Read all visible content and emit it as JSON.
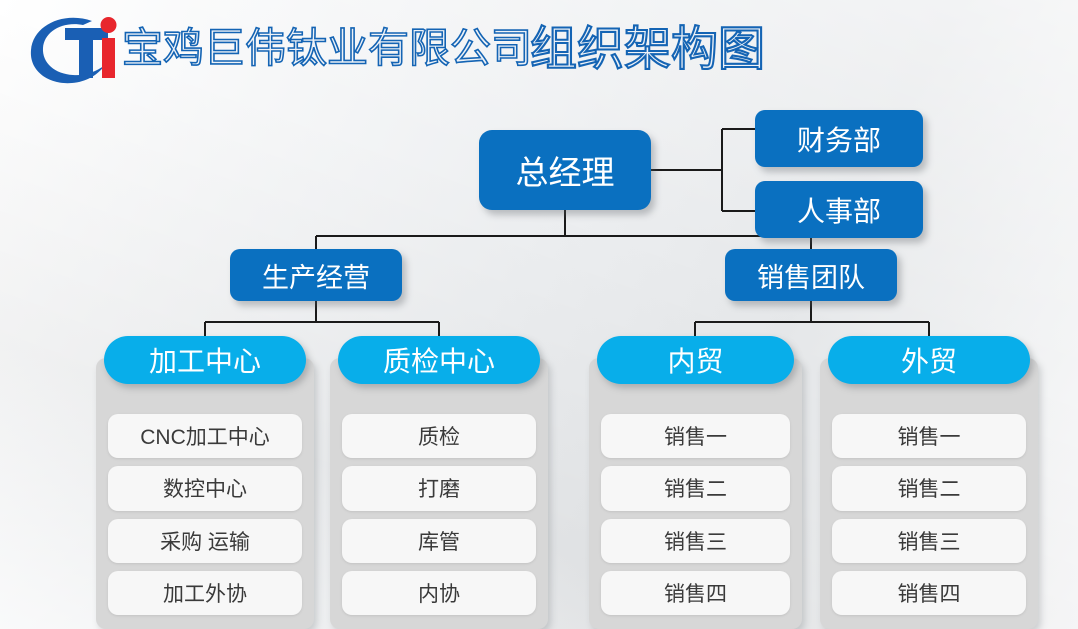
{
  "header": {
    "logo_name": "company-logo-ti",
    "company_name": "宝鸡巨伟钛业有限公司",
    "chart_title": "组织架构图"
  },
  "colors": {
    "dark_blue": "#0a70c0",
    "cyan": "#08aeea",
    "panel_gray": "#d7d7d7",
    "item_white": "#f7f7f7",
    "title_blue": "#1464b4",
    "line": "#1a1a1a"
  },
  "chart": {
    "root": {
      "label": "总经理"
    },
    "staff": [
      {
        "label": "财务部"
      },
      {
        "label": "人事部"
      }
    ],
    "divisions": [
      {
        "label": "生产经营"
      },
      {
        "label": "销售团队"
      }
    ],
    "columns": [
      {
        "header": "加工中心",
        "items": [
          "CNC加工中心",
          "数控中心",
          "采购 运输",
          "加工外协"
        ]
      },
      {
        "header": "质检中心",
        "items": [
          "质检",
          "打磨",
          "库管",
          "内协"
        ]
      },
      {
        "header": "内贸",
        "items": [
          "销售一",
          "销售二",
          "销售三",
          "销售四"
        ]
      },
      {
        "header": "外贸",
        "items": [
          "销售一",
          "销售二",
          "销售三",
          "销售四"
        ]
      }
    ]
  }
}
